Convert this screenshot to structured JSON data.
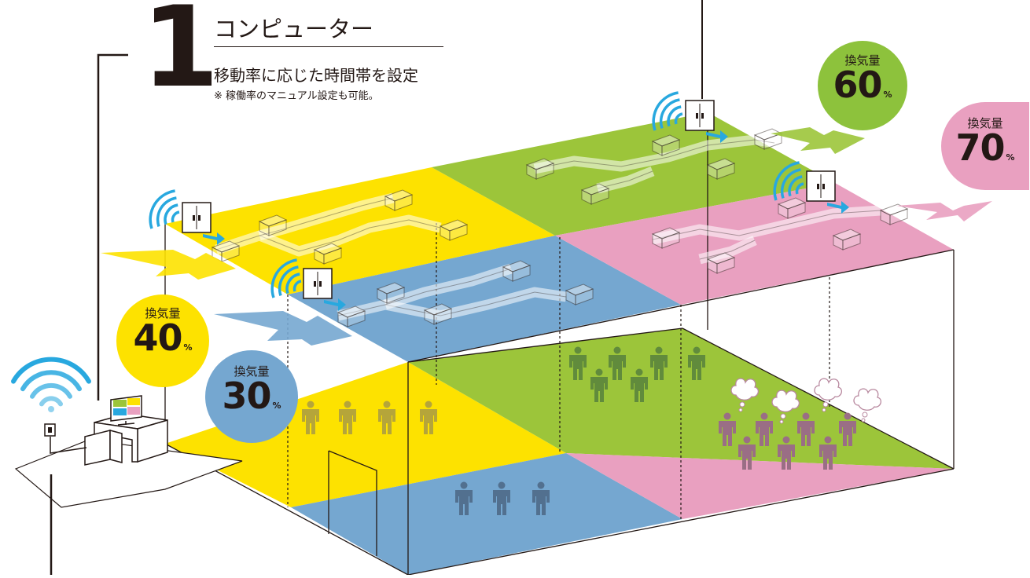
{
  "step": {
    "number": "1",
    "title": "コンピューター",
    "subtitle": "移動率に応じた時間帯を設定",
    "note": "※ 稼働率のマニュアル設定も可能。"
  },
  "badges": [
    {
      "zone": "yellow",
      "label": "換気量",
      "value": "40",
      "unit": "%",
      "color": "#fde200"
    },
    {
      "zone": "blue",
      "label": "換気量",
      "value": "30",
      "unit": "%",
      "color": "#75a7d0"
    },
    {
      "zone": "green",
      "label": "換気量",
      "value": "60",
      "unit": "%",
      "color": "#8dc23c"
    },
    {
      "zone": "pink",
      "label": "換気量",
      "value": "70",
      "unit": "%",
      "color": "#e9a0c0"
    }
  ],
  "colors": {
    "yellow": "#fde200",
    "blue": "#75a7d0",
    "green": "#9cc53a",
    "pink": "#e9a0c0",
    "line": "#231815",
    "signal": "#28a8df",
    "person_yellow": "#b5a53a",
    "person_blue": "#52708f",
    "person_green": "#618b3c",
    "person_pink": "#9a6e85"
  },
  "icons": [
    "computer-desk-icon",
    "wifi-signal-icon",
    "wall-switch-icon",
    "ventilation-unit-icon",
    "wireless-signal-icon",
    "airflow-arrow-icon",
    "person-icon",
    "thought-cloud-icon"
  ]
}
